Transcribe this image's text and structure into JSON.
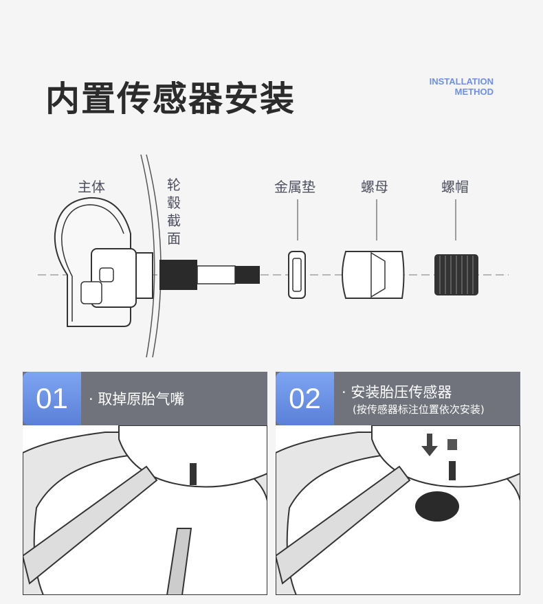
{
  "header": {
    "title": "内置传感器安装",
    "subtitle_line1": "INSTALLATION",
    "subtitle_line2": "METHOD"
  },
  "diagram": {
    "labels": {
      "body": "主体",
      "rim_section": "轮毂截面",
      "washer": "金属垫",
      "nut": "螺母",
      "cap": "螺帽"
    }
  },
  "steps": [
    {
      "number": "01",
      "title": "· 取掉原胎气嘴"
    },
    {
      "number": "02",
      "title": "· 安装胎压传感器",
      "subtitle": "(按传感器标注位置依次安装)"
    }
  ],
  "colors": {
    "accent": "#6f8fe6",
    "header_gray": "#71737c"
  }
}
